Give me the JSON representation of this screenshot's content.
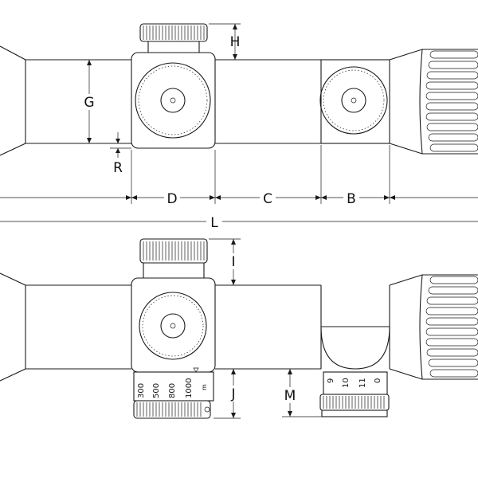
{
  "labels": {
    "H": "H",
    "G": "G",
    "R": "R",
    "D": "D",
    "C": "C",
    "B": "B",
    "L": "L",
    "I": "I",
    "J": "J",
    "M": "M"
  },
  "elevation_scale": [
    "300",
    "500",
    "800",
    "1000"
  ],
  "elevation_unit": "m",
  "parallax_scale": [
    "9",
    "10",
    "11",
    "0"
  ],
  "colors": {
    "line": "#1a1a1a",
    "background": "#ffffff"
  }
}
